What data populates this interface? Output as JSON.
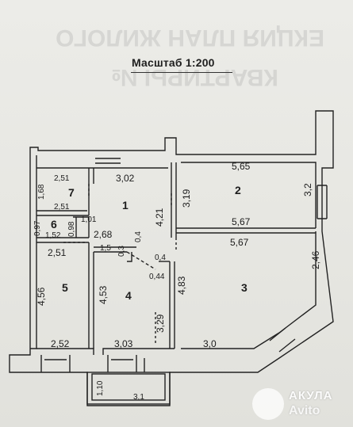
{
  "scale_title": "Масштаб 1:200",
  "rooms": {
    "r1": "1",
    "r2": "2",
    "r3": "3",
    "r4": "4",
    "r5": "5",
    "r6": "6",
    "r7": "7"
  },
  "dimensions": {
    "r7_top": "2,51",
    "r7_side": "1,68",
    "r7_bottom": "2,51",
    "r1_top": "3,02",
    "r1_side": "4,21",
    "r1_bottom": "2,68",
    "r6_side": "0,97",
    "r6_bottom": "1,52",
    "r6_inner_side": "0,98",
    "r6_inner_top": "1,01",
    "r2_top": "5,65",
    "r2_left": "3,19",
    "r2_right": "3,2",
    "r2_bottom": "5,67",
    "r3_top": "5,67",
    "r3_right": "2,46",
    "r3_left": "4,83",
    "r3_bottom": "3,0",
    "r5_top": "2,51",
    "r5_side": "4,56",
    "r5_bottom": "2,52",
    "r4_top": "1,5",
    "r4_side": "4,53",
    "r4_right": "3,29",
    "r4_bottom": "3,03",
    "r4_small_a": "0,3",
    "r4_small_b": "0,4",
    "r4_small_c": "0,4",
    "r4_small_d": "0,44",
    "balcony_side": "1,10",
    "balcony_bottom": "3,1"
  },
  "ghost_text": [
    "ЕКЦИЯ ПЛАН ЖИЛОГО",
    "КВАРТИРЫ №"
  ],
  "watermark": {
    "line1": "АКУЛА",
    "line2": "Avito"
  }
}
